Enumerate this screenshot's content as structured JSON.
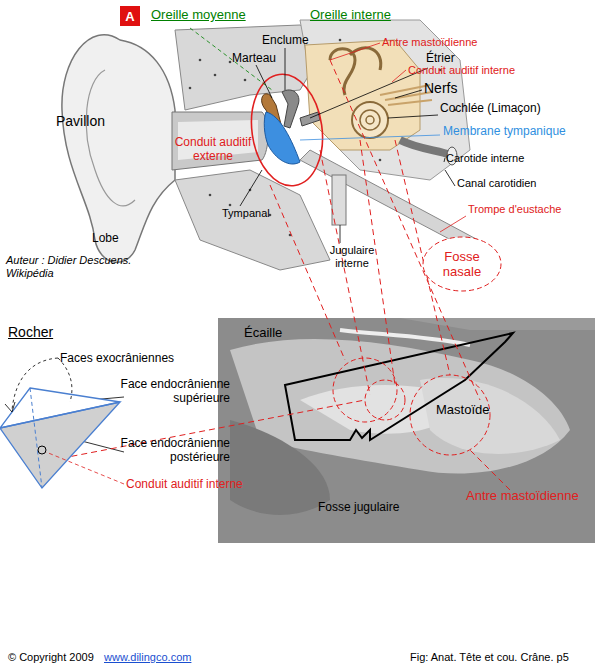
{
  "diagram": {
    "caption": "Fig: Anat. Tête et cou. Crâne. p5",
    "nodes": [
      {
        "text": [
          "A"
        ]
      },
      {
        "text": [
          "Fosse nasale"
        ]
      }
    ],
    "labels": [
      "Oreille moyenne",
      "Oreille interne",
      "Enclume",
      "Marteau",
      "Antre mastoïdienne",
      "Étrier",
      "Conduit auditif interne",
      "Nerfs",
      "Cochlée (Limaçon)",
      "Membrane tympanique",
      "Pavillon",
      "Conduit auditif externe",
      "Carotide interne",
      "Canal carotidien",
      "Trompe d'eustache",
      "Tympanal",
      "Jugulaire interne",
      "Lobe",
      "Auteur : Didier Descuens. Wikipédia",
      "Rocher",
      "Faces exocrâniennes",
      "Face endocrânienne supérieure",
      "Face endocrânienne postérieure",
      "Conduit auditif interne",
      "Écaille",
      "Mastoïde",
      "Antre mastoïdienne",
      "Fosse jugulaire",
      "© Copyright 2009",
      "www.dilingco.com"
    ]
  }
}
